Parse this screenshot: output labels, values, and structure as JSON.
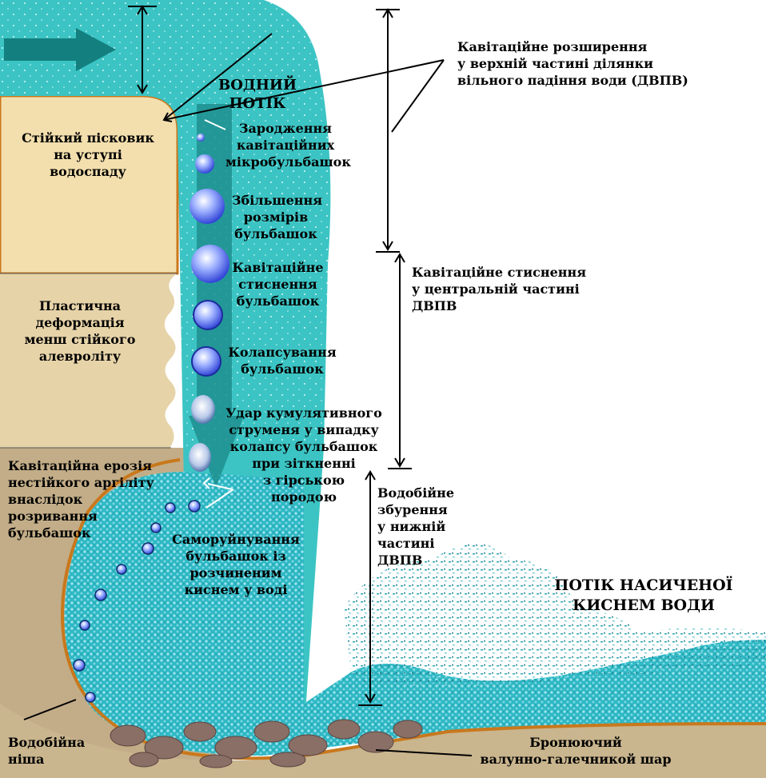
{
  "labels": {
    "water_flow": "ВОДНИЙ\nПОТІК",
    "sandstone": "Стійкий пісковик\nна уступі\nводоспаду",
    "siltstone": "Пластична\nдеформація\nменш стійкого\nалевроліту",
    "argillite": "Кавітаційна ерозія\nнестійкого аргіліту\nвнаслідок\nрозривання\nбульбашок",
    "niche": "Водобійна\nніша",
    "armor_layer": "Бронюючий\nвалунно-галечникой шар",
    "oxygen_flow": "ПОТІК НАСИЧЕНОЇ\nКИСНЕМ ВОДИ",
    "zone_upper": "Кавітаційне розширення\nу верхній частині ділянки\nвільного падіння води (ДВПВ)",
    "zone_middle": "Кавітаційне стиснення\nу центральній частині\nДВПВ",
    "zone_lower": "Водобійне\nзбурення\nу нижній\nчастині\nДВПВ",
    "stage_1": "Зародження\nкавітаційних\nмікробульбашок",
    "stage_2": "Збільшення\nрозмірів\nбульбашок",
    "stage_3": "Кавітаційне\nстиснення\nбульбашок",
    "stage_4": "Колапсування\nбульбашок",
    "stage_5": "Удар кумулятивного\nструменя у випадку\nколапсу бульбашок\nпри зіткненні\nз гірською\nпородою",
    "stage_6": "Саморуйнування\nбульбашок із\nрозчиненим\nкиснем у воді"
  },
  "colors": {
    "water": "#3cc4c4",
    "water_dark": "#1f8f8f",
    "foam": "#5fd0d8",
    "sandstone": "#f3dfae",
    "siltstone": "#e6d3a8",
    "argillite": "#c7b28f",
    "bedrock": "#c2ad88",
    "rim": "#c9781c",
    "bubble": "#5a6df0",
    "pebble": "#8a6f66"
  }
}
